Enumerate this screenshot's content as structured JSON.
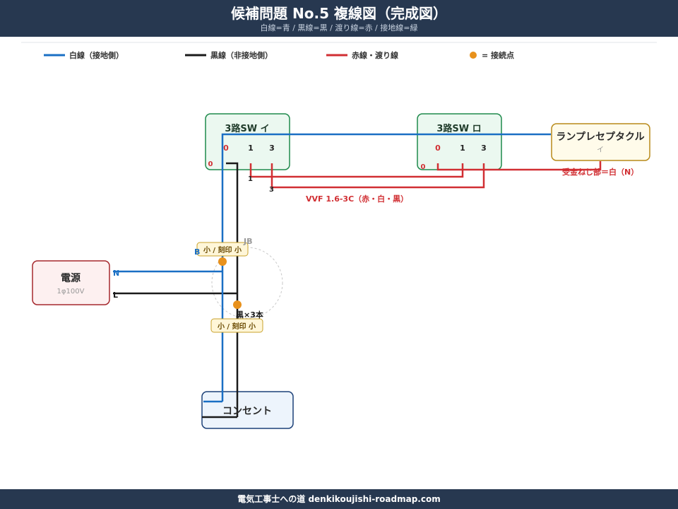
{
  "header": {
    "title": "候補問題 No.5 複線図（完成図）",
    "subtitle": "白線=青 / 黒線=黒 / 渡り線=赤 / 接地線=緑"
  },
  "legend": {
    "white_wire": "白線（接地側）",
    "black_wire": "黒線（非接地側）",
    "red_wire": "赤線・渡り線",
    "connection_point": "= 接続点"
  },
  "colors": {
    "white_wire": "#1a6fc4",
    "black_wire": "#1a1a1a",
    "red_wire": "#d12f33",
    "connection_point": "#e8911c",
    "header_bg": "#273850"
  },
  "devices": {
    "switch_i": {
      "title": "3路SW イ",
      "terminals": [
        "0",
        "1",
        "3"
      ],
      "side_label": "0"
    },
    "switch_ro": {
      "title": "3路SW ロ",
      "terminals": [
        "0",
        "1",
        "3"
      ],
      "side_label": "0"
    },
    "lamp": {
      "title": "ランプレセプタクル",
      "sub": "イ"
    },
    "power": {
      "title": "電源",
      "sub": "1φ100V",
      "n_label": "N",
      "l_label": "L"
    },
    "outlet": {
      "title": "コンセント"
    }
  },
  "annotations": {
    "lamp_note": "受金ねじ部＝白（N）",
    "cable_note": "VVF 1.6-3C（赤・白・黒）",
    "jb_label": "JB",
    "b_label": "B",
    "black_count": "黒×3本",
    "sleeve_top": "小 / 刻印 小",
    "sleeve_bottom": "小 / 刻印 小",
    "terminal_1": "1",
    "terminal_3": "3"
  },
  "footer": {
    "text": "電気工事士への道 denkikoujishi-roadmap.com"
  }
}
